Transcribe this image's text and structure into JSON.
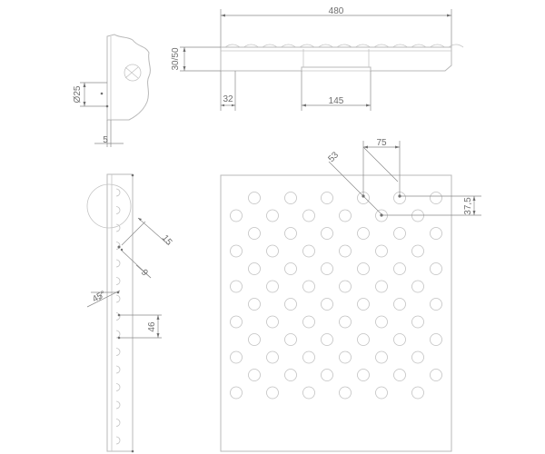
{
  "dimensions": {
    "top_width": "480",
    "height": "30/50",
    "edge_offset": "32",
    "channel_width": "145",
    "hole_diameter": "Ø25",
    "thickness": "5",
    "diagonal_pitch": "53",
    "horizontal_pitch": "75",
    "row_offset": "37,5",
    "stud_size": "15",
    "stud_gap": "9",
    "angle": "45°",
    "vertical_pitch": "46"
  },
  "grid": {
    "columns": 6,
    "rows": 12,
    "line_color": "#b8b8b8",
    "dimension_color": "#8a8a8a"
  }
}
